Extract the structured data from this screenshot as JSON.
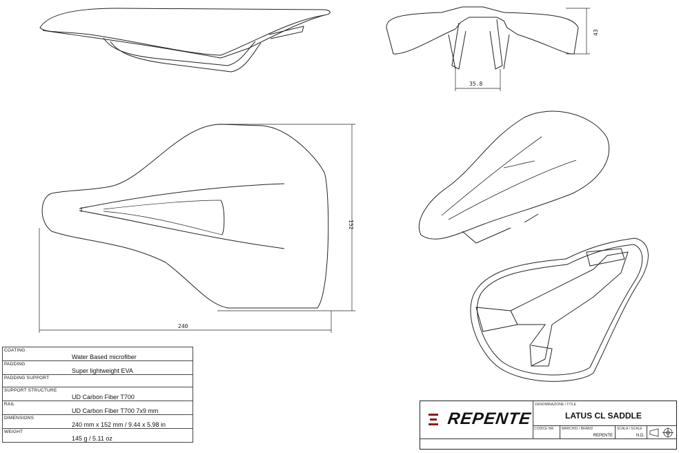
{
  "dimensions": {
    "height_front": "43",
    "rail_width": "35.8",
    "width_top": "152",
    "length_top": "240"
  },
  "specs": [
    {
      "label": "COATING",
      "value": "Water Based microfiber"
    },
    {
      "label": "PADDING",
      "value": "Super lightweight EVA"
    },
    {
      "label": "PADDING SUPPORT",
      "value": ""
    },
    {
      "label": "SUPPORT STRUCTURE",
      "value": "UD Carbon Fiber T700"
    },
    {
      "label": "RAIL",
      "value": "UD Carbon Fiber T700 7x9 mm"
    },
    {
      "label": "DIMENSIONS",
      "value": "240 mm x 152 mm / 9.44 x 5.98 in"
    },
    {
      "label": "WEIGHT",
      "value": "145 g / 5.11 oz"
    }
  ],
  "title_block": {
    "brand": "REPENTE",
    "brand_color": "#8a1a1a",
    "title_label": "DENOMINAZIONE / TITLE",
    "title": "LATUS CL SADDLE",
    "code_label": "CODICE NR",
    "brand_label": "MARCHIO / BRAND",
    "brand_value": "REPENTE",
    "scale_label": "SCALA / SCALE",
    "scale_value": "N.D.",
    "projection_symbol": "first-angle-projection-icon"
  }
}
